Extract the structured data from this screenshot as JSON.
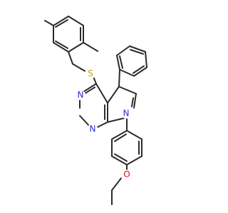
{
  "molecule": {
    "colors": {
      "bond": "#2b2b2b",
      "carbon": "#2b2b2b",
      "nitrogen": "#2b2bdd",
      "sulfur": "#c8a000",
      "oxygen": "#e01010",
      "background": "#ffffff"
    },
    "atoms": [
      {
        "id": "S",
        "element": "S",
        "label": "S"
      },
      {
        "id": "N1",
        "element": "N",
        "label": "N"
      },
      {
        "id": "N2",
        "element": "N",
        "label": "N"
      },
      {
        "id": "N3",
        "element": "N",
        "label": "N"
      },
      {
        "id": "O",
        "element": "O",
        "label": "O"
      }
    ]
  }
}
